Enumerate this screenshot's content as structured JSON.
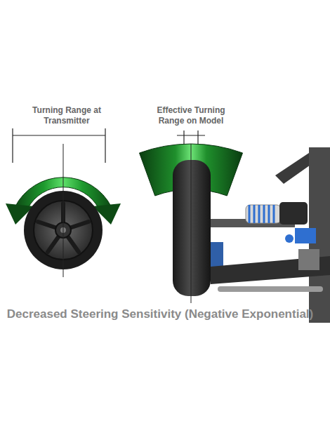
{
  "diagram": {
    "caption": "Decreased Steering Sensitivity (Negative Exponential)",
    "labels": [
      "Turning Range at Transmitter",
      "Effective Turning Range on Model"
    ]
  }
}
